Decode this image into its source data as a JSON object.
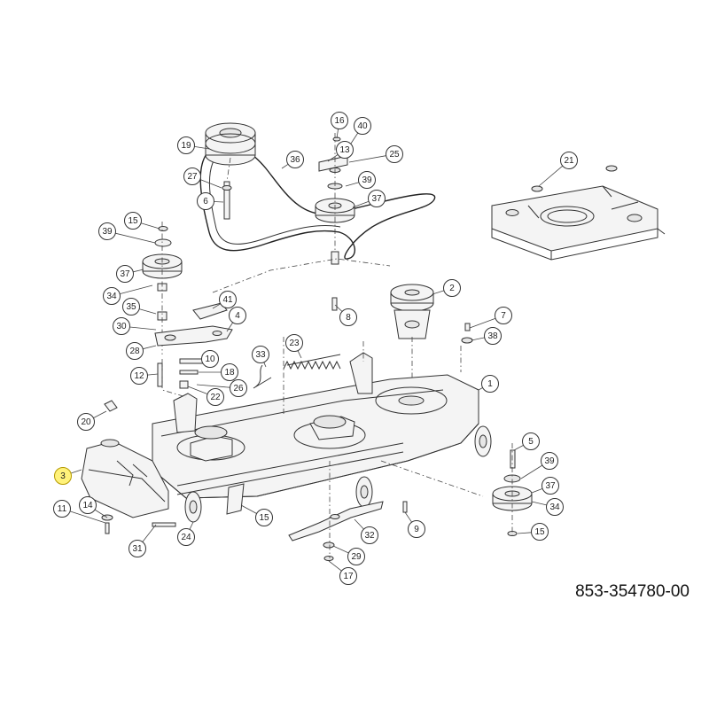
{
  "document_number": "853-354780-00",
  "highlight_color": "#fff27a",
  "callouts": [
    {
      "label": "16",
      "highlighted": false
    },
    {
      "label": "40",
      "highlighted": false
    },
    {
      "label": "19",
      "highlighted": false
    },
    {
      "label": "13",
      "highlighted": false
    },
    {
      "label": "36",
      "highlighted": false
    },
    {
      "label": "25",
      "highlighted": false
    },
    {
      "label": "27",
      "highlighted": false
    },
    {
      "label": "39",
      "highlighted": false
    },
    {
      "label": "37",
      "highlighted": false
    },
    {
      "label": "6",
      "highlighted": false
    },
    {
      "label": "21",
      "highlighted": false
    },
    {
      "label": "15",
      "highlighted": false
    },
    {
      "label": "39",
      "highlighted": false
    },
    {
      "label": "37",
      "highlighted": false
    },
    {
      "label": "34",
      "highlighted": false
    },
    {
      "label": "35",
      "highlighted": false
    },
    {
      "label": "30",
      "highlighted": false
    },
    {
      "label": "41",
      "highlighted": false
    },
    {
      "label": "4",
      "highlighted": false
    },
    {
      "label": "8",
      "highlighted": false
    },
    {
      "label": "2",
      "highlighted": false
    },
    {
      "label": "7",
      "highlighted": false
    },
    {
      "label": "38",
      "highlighted": false
    },
    {
      "label": "28",
      "highlighted": false
    },
    {
      "label": "10",
      "highlighted": false
    },
    {
      "label": "33",
      "highlighted": false
    },
    {
      "label": "23",
      "highlighted": false
    },
    {
      "label": "18",
      "highlighted": false
    },
    {
      "label": "12",
      "highlighted": false
    },
    {
      "label": "26",
      "highlighted": false
    },
    {
      "label": "22",
      "highlighted": false
    },
    {
      "label": "1",
      "highlighted": false
    },
    {
      "label": "20",
      "highlighted": false
    },
    {
      "label": "3",
      "highlighted": true
    },
    {
      "label": "5",
      "highlighted": false
    },
    {
      "label": "39",
      "highlighted": false
    },
    {
      "label": "37",
      "highlighted": false
    },
    {
      "label": "34",
      "highlighted": false
    },
    {
      "label": "15",
      "highlighted": false
    },
    {
      "label": "11",
      "highlighted": false
    },
    {
      "label": "14",
      "highlighted": false
    },
    {
      "label": "24",
      "highlighted": false
    },
    {
      "label": "15",
      "highlighted": false
    },
    {
      "label": "31",
      "highlighted": false
    },
    {
      "label": "32",
      "highlighted": false
    },
    {
      "label": "9",
      "highlighted": false
    },
    {
      "label": "29",
      "highlighted": false
    },
    {
      "label": "17",
      "highlighted": false
    }
  ]
}
